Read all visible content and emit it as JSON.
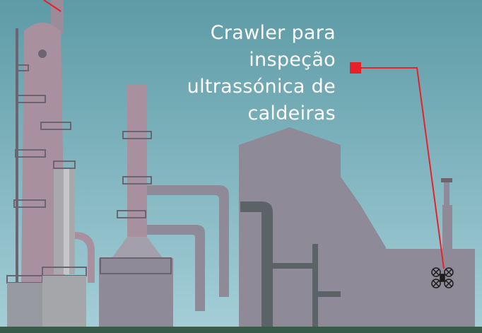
{
  "callout": {
    "lines": [
      "Crawler para",
      "inspeção",
      "ultrassónica de",
      "caldeiras"
    ]
  },
  "colors": {
    "sky_top": "#5d9ba6",
    "sky_bottom": "#9cc9d3",
    "structure": "#8f8a98",
    "structure_light": "#a39fab",
    "pink_column": "#a8909e",
    "pipe_dark": "#5c6367",
    "ground": "#3a5a4a",
    "callout_red": "#e8202a",
    "text": "#ffffff"
  },
  "icons": [
    "crawler-robot-icon"
  ]
}
